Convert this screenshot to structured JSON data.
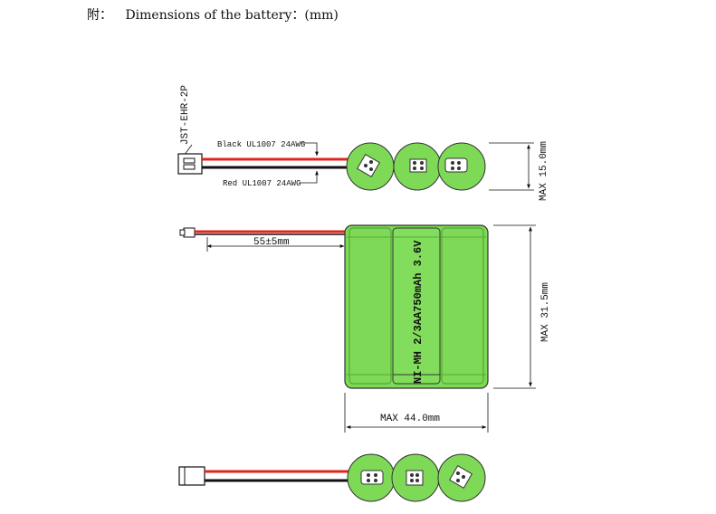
{
  "header": {
    "prefix": "附：",
    "title": "Dimensions of the battery：(mm)"
  },
  "connector": {
    "model": "JST-EHR-2P"
  },
  "wires": {
    "black": "Black UL1007 24AWG",
    "red": "Red UL1007 24AWG",
    "length": "55±5mm"
  },
  "cell_label": "NI-MH 2/3AA750mAh 3.6V",
  "dimensions": {
    "thickness": "MAX 15.0mm",
    "height": "MAX 31.5mm",
    "width": "MAX 44.0mm"
  },
  "colors": {
    "cell_green": "#7ed957",
    "cell_green_dark": "#5fbf3a",
    "wire_red": "#e0261c",
    "wire_black": "#111111"
  }
}
